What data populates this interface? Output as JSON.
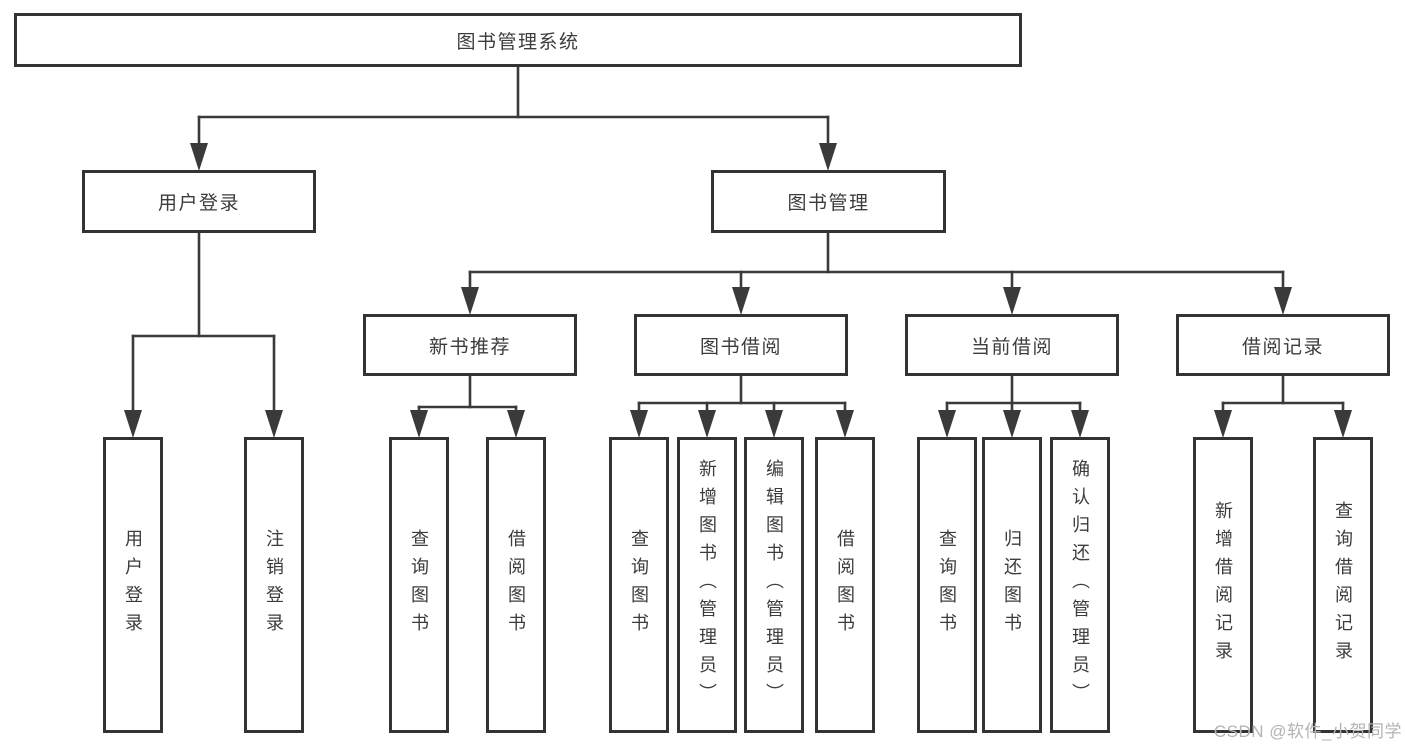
{
  "diagram": {
    "type": "hierarchy-tree",
    "root": {
      "label": "图书管理系统"
    },
    "level2": {
      "user_login": {
        "label": "用户登录"
      },
      "book_mgmt": {
        "label": "图书管理"
      }
    },
    "level3": {
      "new_book": {
        "label": "新书推荐"
      },
      "borrow": {
        "label": "图书借阅"
      },
      "current": {
        "label": "当前借阅"
      },
      "records": {
        "label": "借阅记录"
      }
    },
    "leaves": {
      "ul_login": {
        "label": "用户登录"
      },
      "ul_logout": {
        "label": "注销登录"
      },
      "nb_query": {
        "label": "查询图书"
      },
      "nb_borrow": {
        "label": "借阅图书"
      },
      "bb_query": {
        "label": "查询图书"
      },
      "bb_add": {
        "label": "新增图书（管理员）"
      },
      "bb_edit": {
        "label": "编辑图书（管理员）"
      },
      "bb_borrow": {
        "label": "借阅图书"
      },
      "cb_query": {
        "label": "查询图书"
      },
      "cb_return": {
        "label": "归还图书"
      },
      "cb_confirm": {
        "label": "确认归还（管理员）"
      },
      "rc_add": {
        "label": "新增借阅记录"
      },
      "rc_query": {
        "label": "查询借阅记录"
      }
    },
    "hierarchy": {
      "图书管理系统": {
        "用户登录": [
          "用户登录",
          "注销登录"
        ],
        "图书管理": {
          "新书推荐": [
            "查询图书",
            "借阅图书"
          ],
          "图书借阅": [
            "查询图书",
            "新增图书（管理员）",
            "编辑图书（管理员）",
            "借阅图书"
          ],
          "当前借阅": [
            "查询图书",
            "归还图书",
            "确认归还（管理员）"
          ],
          "借阅记录": [
            "新增借阅记录",
            "查询借阅记录"
          ]
        }
      }
    }
  },
  "watermark": {
    "text": "CSDN @软件_小贺同学"
  },
  "colors": {
    "line": "#3a3a3a",
    "box_border": "#333333",
    "text": "#3c3c3c",
    "watermark": "#b3b3b3",
    "background": "#ffffff"
  }
}
